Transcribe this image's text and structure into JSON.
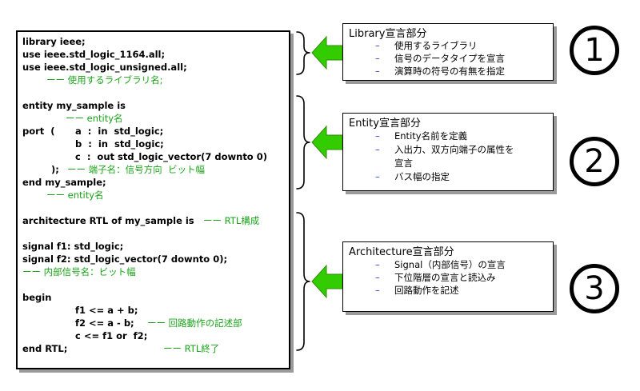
{
  "code": {
    "library_line": "library ieee;",
    "use1": "use ieee.std_logic_1164.all;",
    "use2": "use ieee.std_logic_unsigned.all;",
    "lib_comment": "ーー 使用するライブラリ名;",
    "entity_line": "entity my_sample is",
    "entity_comment": "ーー entity名",
    "port_line": "port  (",
    "port_a": "a  :  in  std_logic;",
    "port_b": "b  :  in  std_logic;",
    "port_c": "c  :  out std_logic_vector(7 downto 0)",
    "port_close": ");",
    "port_comment": "ーー 端子名：信号方向  ビット幅",
    "end_entity": "end my_sample;",
    "end_entity_comment": "ーー entity名",
    "arch_line": "architecture RTL of my_sample is",
    "arch_comment": "ーー RTL構成",
    "signal1": "signal f1: std_logic;",
    "signal2": "signal f2: std_logic_vector(7 downto 0);",
    "signal_comment": "ーー 内部信号名：ビット幅",
    "begin": "begin",
    "stmt1": "f1 <= a + b;",
    "stmt2": "f2 <= a - b;",
    "stmt2_comment": "ーー 回路動作の記述部",
    "stmt3": "c <= f1 or  f2;",
    "end_rtl": "end RTL;",
    "end_rtl_comment": "ーー RTL終了"
  },
  "boxes": [
    {
      "title": "Library宣言部分",
      "items": [
        "使用するライブラリ",
        "信号のデータタイプを宣言",
        "演算時の符号の有無を指定"
      ]
    },
    {
      "title": "Entity宣言部分",
      "items": [
        "Entity名前を定義",
        "入出力、双方向端子の属性を",
        "宣言",
        "バス幅の指定"
      ]
    },
    {
      "title": "Architecture宣言部分",
      "items": [
        "Signal（内部信号）の宣言",
        "下位階層の宣言と読込み",
        "回路動作を記述"
      ]
    }
  ],
  "dash": "–",
  "numbers": [
    "①",
    "②",
    "③"
  ],
  "colors": {
    "comment": "#1aa31a",
    "arrow": "#33cc00",
    "dash": "#2040c0",
    "shadow": "#9a9a9a"
  }
}
